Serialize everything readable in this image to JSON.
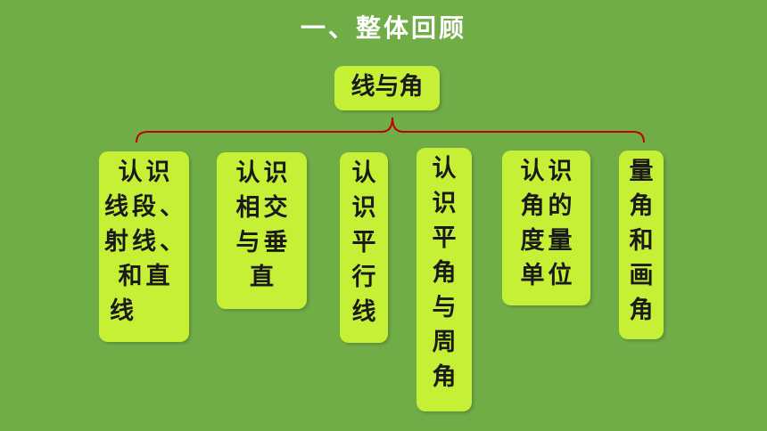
{
  "title": "一、整体回顾",
  "root": {
    "label": "线与角"
  },
  "branches": [
    {
      "lines": [
        "认识",
        "线段、",
        "射线、",
        "和直",
        "线"
      ]
    },
    {
      "lines": [
        "认识",
        "相交",
        "与垂",
        "直"
      ]
    },
    {
      "lines": [
        "认",
        "识",
        "平",
        "行",
        "线"
      ]
    },
    {
      "lines": [
        "认",
        "识",
        "平",
        "角",
        "与",
        "周",
        "角"
      ]
    },
    {
      "lines": [
        "认识",
        "角的",
        "度量",
        "单位"
      ]
    },
    {
      "lines": [
        "量",
        "角",
        "和",
        "画",
        "角"
      ]
    }
  ],
  "colors": {
    "background": "#70ad47",
    "box_fill": "#c5f035",
    "connector": "#c00000",
    "title_text": "#ffffff"
  }
}
